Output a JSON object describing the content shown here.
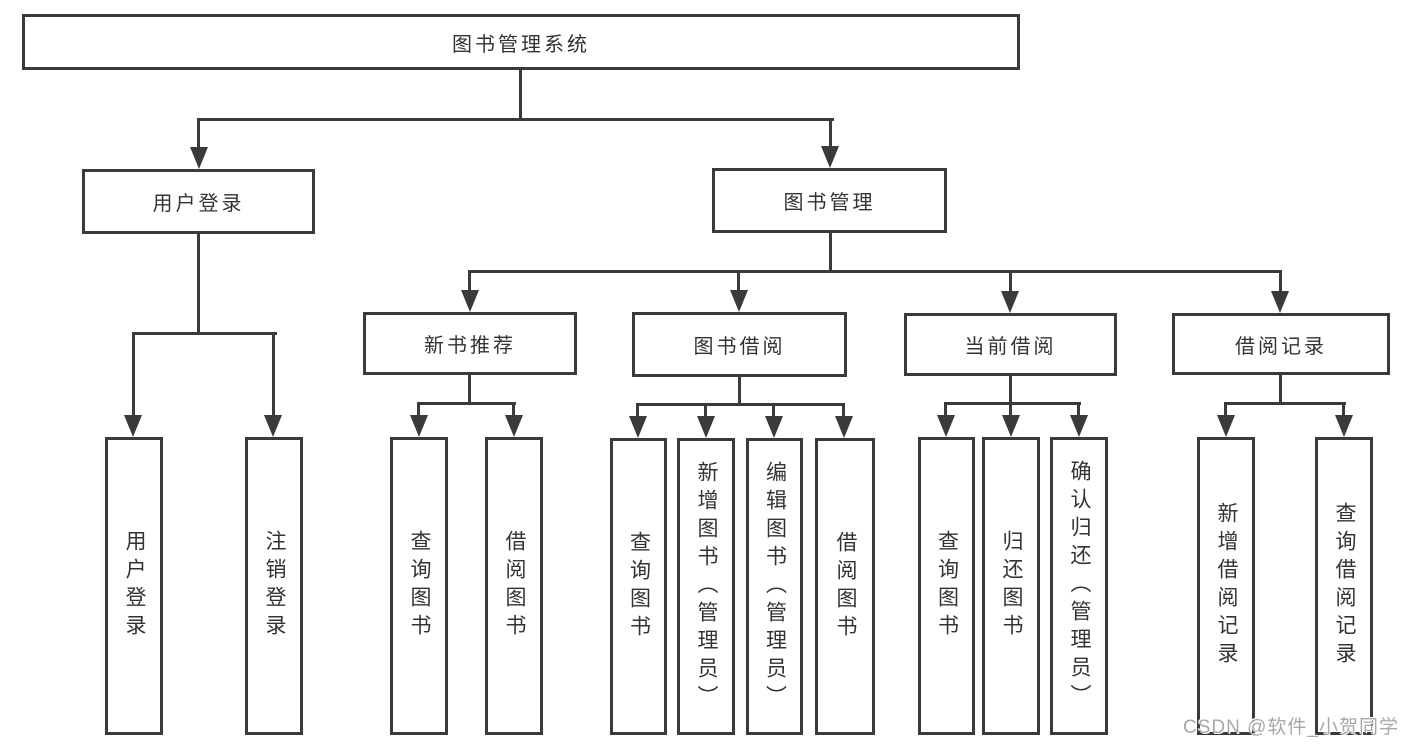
{
  "diagram": {
    "root": {
      "label": "图书管理系统"
    },
    "level2": [
      {
        "label": "用户登录"
      },
      {
        "label": "图书管理"
      }
    ],
    "level3": [
      {
        "label": "新书推荐"
      },
      {
        "label": "图书借阅"
      },
      {
        "label": "当前借阅"
      },
      {
        "label": "借阅记录"
      }
    ],
    "leaves": [
      {
        "label": "用户登录"
      },
      {
        "label": "注销登录"
      },
      {
        "label": "查询图书"
      },
      {
        "label": "借阅图书"
      },
      {
        "label": "查询图书"
      },
      {
        "label": "新增图书（管理员）"
      },
      {
        "label": "编辑图书（管理员）"
      },
      {
        "label": "借阅图书"
      },
      {
        "label": "查询图书"
      },
      {
        "label": "归还图书"
      },
      {
        "label": "确认归还（管理员）"
      },
      {
        "label": "新增借阅记录"
      },
      {
        "label": "查询借阅记录"
      }
    ],
    "watermark": "CSDN @软件_小贺同学",
    "colors": {
      "line": "#3a3a3a",
      "text": "#333333",
      "watermark": "#a8a8a8",
      "background": "#ffffff"
    }
  }
}
